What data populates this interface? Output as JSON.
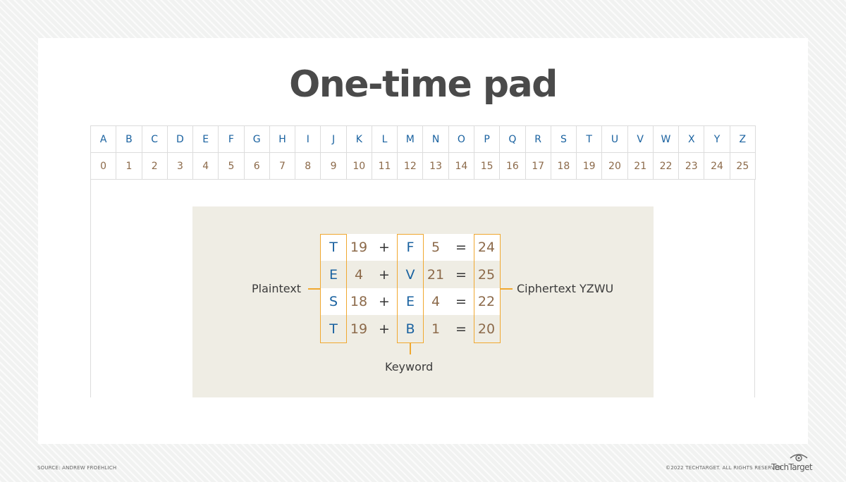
{
  "title": "One-time pad",
  "alphabet": {
    "letters": [
      "A",
      "B",
      "C",
      "D",
      "E",
      "F",
      "G",
      "H",
      "I",
      "J",
      "K",
      "L",
      "M",
      "N",
      "O",
      "P",
      "Q",
      "R",
      "S",
      "T",
      "U",
      "V",
      "W",
      "X",
      "Y",
      "Z"
    ],
    "numbers": [
      "0",
      "1",
      "2",
      "3",
      "4",
      "5",
      "6",
      "7",
      "8",
      "9",
      "10",
      "11",
      "12",
      "13",
      "14",
      "15",
      "16",
      "17",
      "18",
      "19",
      "20",
      "21",
      "22",
      "23",
      "24",
      "25"
    ]
  },
  "rows": [
    {
      "plain": "T",
      "plain_num": "19",
      "plus": "+",
      "key": "F",
      "key_num": "5",
      "equals": "=",
      "result": "24"
    },
    {
      "plain": "E",
      "plain_num": "4",
      "plus": "+",
      "key": "V",
      "key_num": "21",
      "equals": "=",
      "result": "25"
    },
    {
      "plain": "S",
      "plain_num": "18",
      "plus": "+",
      "key": "E",
      "key_num": "4",
      "equals": "=",
      "result": "22"
    },
    {
      "plain": "T",
      "plain_num": "19",
      "plus": "+",
      "key": "B",
      "key_num": "1",
      "equals": "=",
      "result": "20"
    }
  ],
  "labels": {
    "plaintext": "Plaintext",
    "ciphertext": "Ciphertext YZWU",
    "keyword": "Keyword"
  },
  "footer": {
    "source": "SOURCE: ANDREW FROEHLICH",
    "copyright": "©2022 TECHTARGET. ALL RIGHTS RESERVED",
    "brand": "TechTarget"
  },
  "colors": {
    "letter_blue": "#1a62a0",
    "number_brown": "#8c6a4a",
    "highlight_orange": "#f0a830",
    "panel_beige": "#efede4"
  }
}
